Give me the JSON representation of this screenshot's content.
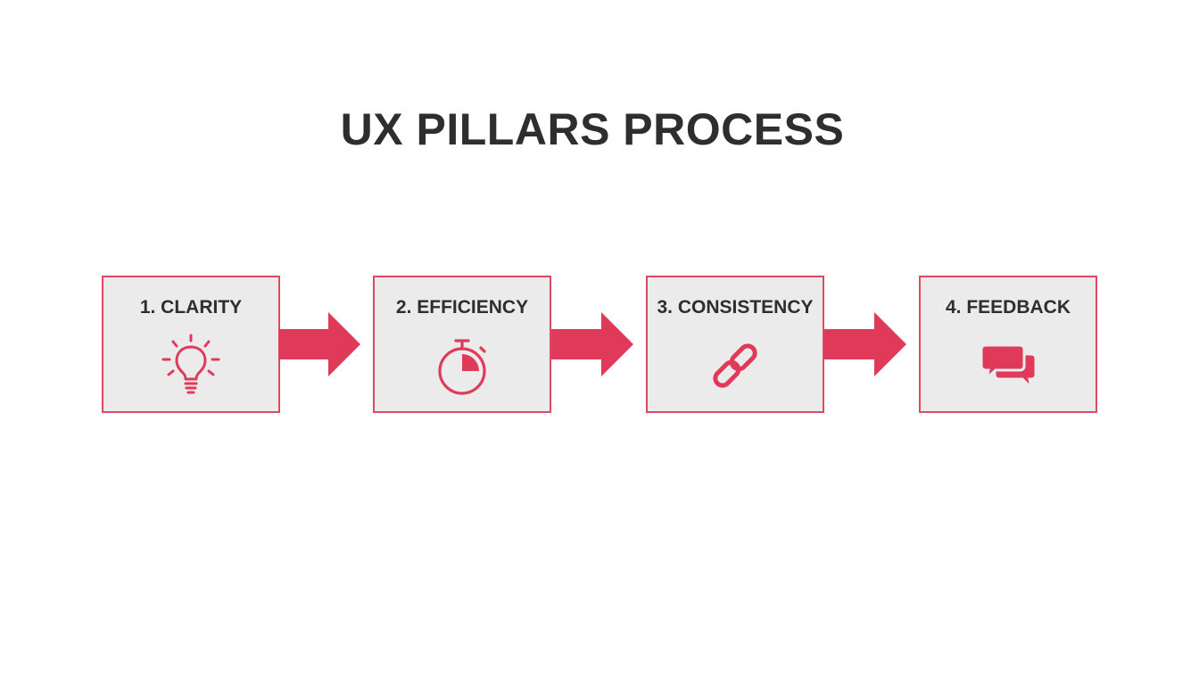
{
  "title": "UX PILLARS PROCESS",
  "accent_color": "#e03a5a",
  "steps": [
    {
      "label": "1. CLARITY",
      "icon": "lightbulb-icon"
    },
    {
      "label": "2. EFFICIENCY",
      "icon": "stopwatch-icon"
    },
    {
      "label": "3. CONSISTENCY",
      "icon": "link-icon"
    },
    {
      "label": "4. FEEDBACK",
      "icon": "chat-bubbles-icon"
    }
  ]
}
